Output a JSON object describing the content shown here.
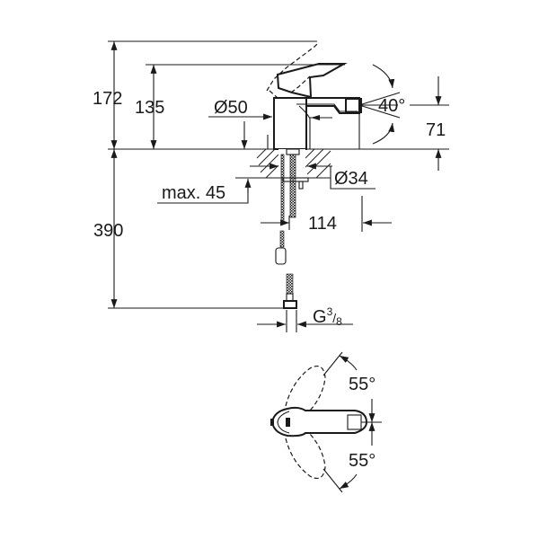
{
  "drawing": {
    "type": "technical dimension drawing",
    "subject": "single-lever bidet mixer",
    "line_color": "#1a1a1a",
    "background": "#ffffff"
  },
  "dimensions": {
    "total_height": "172",
    "spout_height": "135",
    "base_diameter": "Ø50",
    "spout_angle": "40°",
    "outlet_height": "71",
    "hole_diameter": "Ø34",
    "max_deck_thickness": "max. 45",
    "projection": "114",
    "hose_length": "390",
    "connection_thread_letter": "G",
    "connection_thread_num": "3",
    "connection_thread_den": "8",
    "lever_rotation_top": "55°",
    "lever_rotation_bottom": "55°"
  }
}
